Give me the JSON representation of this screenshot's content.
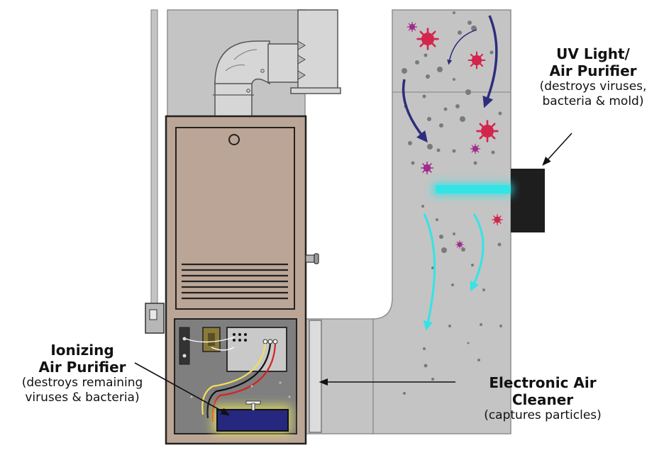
{
  "labels": {
    "uv": {
      "title_line1": "UV Light/",
      "title_line2": "Air Purifier",
      "desc_line1": "(destroys viruses,",
      "desc_line2": "bacteria & mold)"
    },
    "ionizing": {
      "title_line1": "Ionizing",
      "title_line2": "Air Purifier",
      "desc_line1": "(destroys remaining",
      "desc_line2": "viruses & bacteria)"
    },
    "electronic": {
      "title": "Electronic Air Cleaner",
      "desc": "(captures particles)"
    }
  },
  "colors": {
    "duct": "#c4c4c4",
    "duct_outline": "#8f8f8f",
    "furnace_body": "#bba596",
    "furnace_outline": "#222222",
    "control_panel": "#7f7f7f",
    "uv_glow": "#33e4e6",
    "uv_box": "#1e1e1e",
    "virus": "#d2264d",
    "virus_small": "#a02c8c",
    "arrow_dark": "#2e2d7d",
    "arrow_light": "#33e4e6",
    "ionizer_box": "#26277e",
    "ionizer_glow": "#f2ef5a",
    "particle": "#7a7a7a"
  },
  "icons": [
    "virus-icon",
    "particle-dot",
    "airflow-arrow"
  ]
}
